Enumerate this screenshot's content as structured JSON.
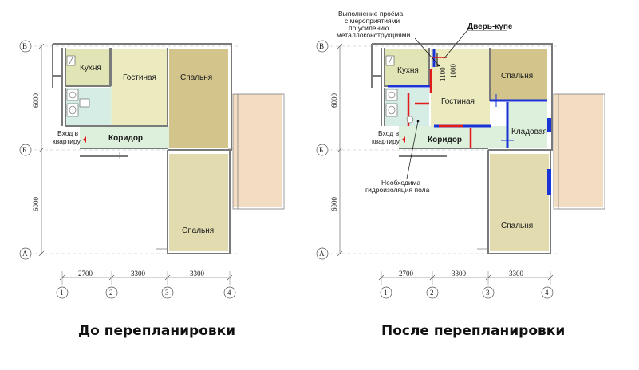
{
  "colors": {
    "kitchen": "#e1e4b4",
    "living": "#ecebc0",
    "bedroom_dark": "#d2c48b",
    "bedroom": "#e2dbb0",
    "bath": "#d6ede6",
    "corridor": "#dcf0dc",
    "balcony": "#f3ddc2",
    "new_wall": "#1a33d6",
    "demolish": "#e11b1b"
  },
  "axes": {
    "rows": [
      "В",
      "Б",
      "А"
    ],
    "cols": [
      "1",
      "2",
      "3",
      "4"
    ],
    "dims_h": [
      "2700",
      "3300",
      "3300"
    ],
    "dims_v": [
      "6000",
      "6000"
    ]
  },
  "before": {
    "rooms": {
      "kitchen": "Кухня",
      "living": "Гостиная",
      "bedroom1": "Спальня",
      "bedroom2": "Спальня",
      "corridor": "Коридор"
    },
    "entrance": [
      "Вход в",
      "квартиру"
    ],
    "caption": "До перепланировки"
  },
  "after": {
    "rooms": {
      "kitchen": "Кухня",
      "living": "Гостиная",
      "bedroom1": "Спальня",
      "bedroom2": "Спальня",
      "corridor": "Коридор",
      "storage": "Кладовая"
    },
    "entrance": [
      "Вход в",
      "квартиру"
    ],
    "note_opening": [
      "Выполнение проёма",
      "с мероприятиями",
      "по усилению",
      "металлоконструкциями"
    ],
    "note_door": "Дверь-купе",
    "note_dims": [
      "1100",
      "1000"
    ],
    "note_waterproof": [
      "Необходима",
      "гидроизоляция пола"
    ],
    "caption": "После перепланировки"
  }
}
